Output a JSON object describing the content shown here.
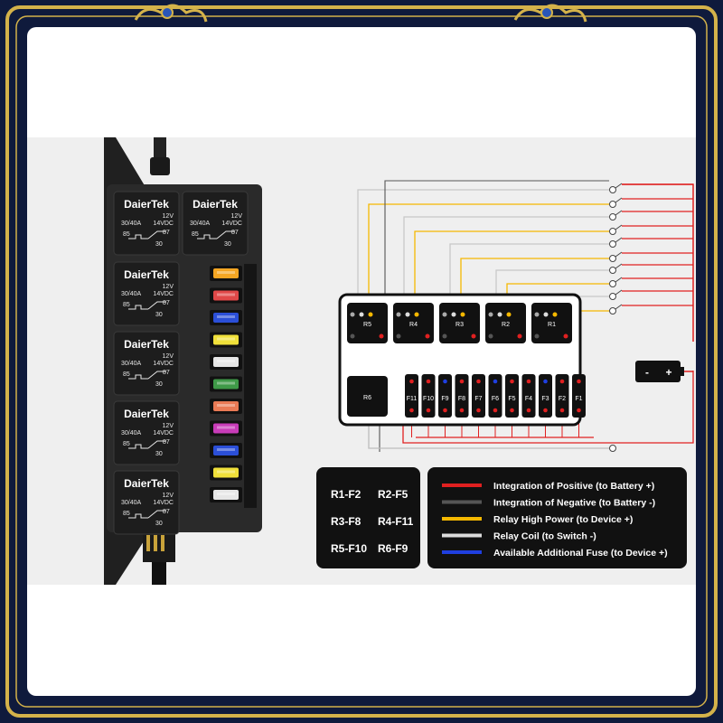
{
  "frame": {
    "accent": "#d4b24a",
    "background": "#0f1a3c"
  },
  "fuse_block": {
    "brand": "DaierTek",
    "relay_spec": {
      "voltage": "12V",
      "current": "30/40A",
      "vdc": "14VDC",
      "pin87": "87",
      "pin85": "85",
      "pin30": "30"
    },
    "fuse_colors": [
      "#f6a623",
      "#e04848",
      "#2b4fd8",
      "#f0e03a",
      "#e6e6e6",
      "#3f9a48",
      "#e97a55",
      "#c83cb8",
      "#2b4fd8",
      "#f0e03a",
      "#e6e6e6"
    ]
  },
  "diagram": {
    "relays_top": [
      "R5",
      "R4",
      "R3",
      "R2",
      "R1"
    ],
    "relay_bottom": "R6",
    "fuses": [
      "F11",
      "F10",
      "F9",
      "F8",
      "F7",
      "F6",
      "F5",
      "F4",
      "F3",
      "F2",
      "F1"
    ],
    "battery": {
      "neg": "-",
      "pos": "+"
    }
  },
  "pairs": [
    "R1-F2",
    "R2-F5",
    "R3-F8",
    "R4-F11",
    "R5-F10",
    "R6-F9"
  ],
  "legend": [
    {
      "color": "#e02020",
      "label": "Integration of Positive (to Battery +)"
    },
    {
      "color": "#555555",
      "label": "Integration of Negative (to Battery -)"
    },
    {
      "color": "#f5b800",
      "label": "Relay High Power (to Device +)"
    },
    {
      "color": "#dcdcdc",
      "label": "Relay Coil (to Switch -)"
    },
    {
      "color": "#1f3fe0",
      "label": "Available Additional Fuse (to Device +)"
    }
  ]
}
